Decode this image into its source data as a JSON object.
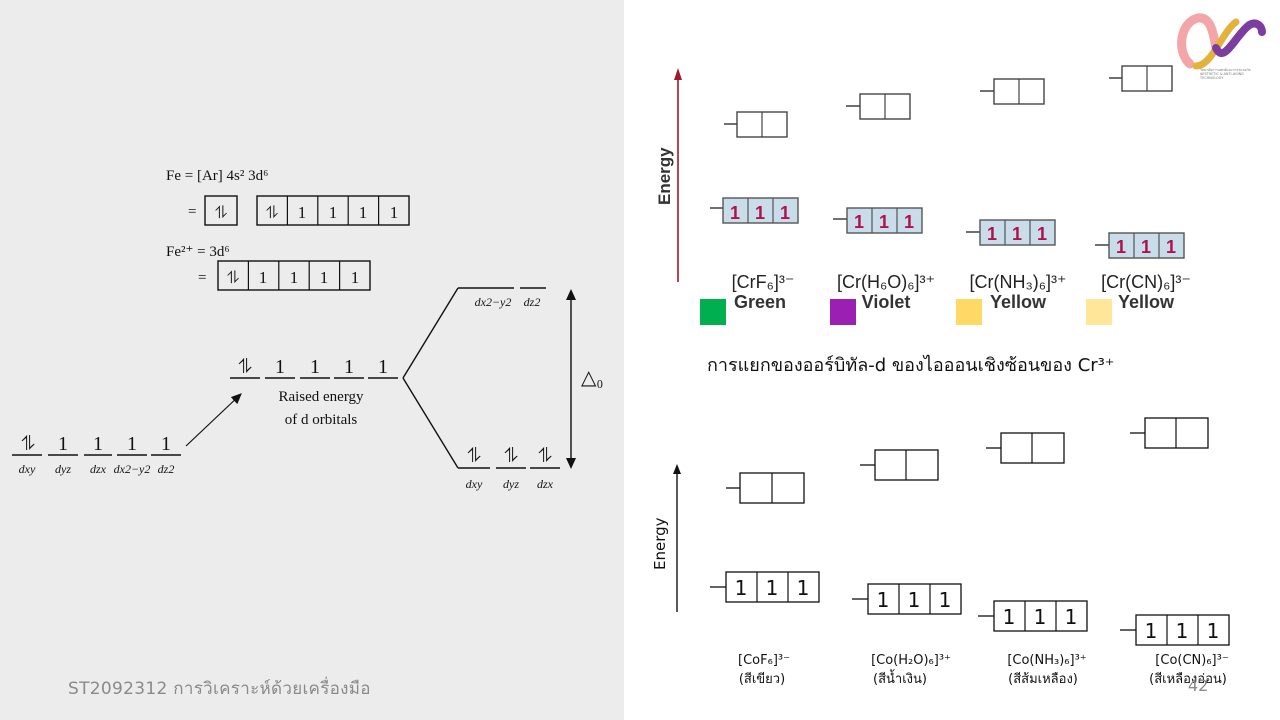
{
  "slide": {
    "footer": "ST2092312 การวิเคราะห์ด้วยเครื่องมือ",
    "page_number": "42"
  },
  "logo": {
    "line1": "วิทยาลัยการแพทย์และการชะลอวัย",
    "line2": "AESTHETIC & ANTI-AGING TECHNOLOGY",
    "colors": [
      "#f3a5a8",
      "#e3b23c",
      "#7b3ea0"
    ]
  },
  "iron_diagram": {
    "fe_config": "Fe = [Ar] 4s² 3d⁶",
    "fe_eq": "=",
    "fe2_config": "Fe²⁺ = 3d⁶",
    "fe2_eq": "=",
    "up_down_glyph": "⥮",
    "up_glyph": "1",
    "raised_label_1": "Raised energy",
    "raised_label_2": "of d orbitals",
    "delta_label": "△₀",
    "orbitals_initial": [
      "dxy",
      "dyz",
      "dzx",
      "dx2−y2",
      "dz2"
    ],
    "orbitals_upper": [
      "dx2−y2",
      "dz2"
    ],
    "orbitals_lower": [
      "dxy",
      "dyz",
      "dzx"
    ]
  },
  "chromium_diagram": {
    "axis_label": "Energy",
    "electron_glyph": "1",
    "complexes": [
      {
        "formula": "[CrF₆]³⁻",
        "color_name": "Green",
        "swatch": "#00b050"
      },
      {
        "formula": "[Cr(H₆O)₆]³⁺",
        "color_name": "Violet",
        "swatch": "#9b1fb2"
      },
      {
        "formula": "[Cr(NH₃)₆]³⁺",
        "color_name": "Yellow",
        "swatch": "#ffd966"
      },
      {
        "formula": "[Cr(CN)₆]³⁻",
        "color_name": "Yellow",
        "swatch": "#ffe699"
      }
    ],
    "caption": "การแยกของออร์บิทัล-d ของไอออนเชิงซ้อนของ Cr³⁺"
  },
  "cobalt_diagram": {
    "axis_label": "Energy",
    "electron_glyph": "1",
    "complexes": [
      {
        "formula": "[CoF₆]³⁻",
        "color_name": "(สีเขียว)"
      },
      {
        "formula": "[Co(H₂O)₆]³⁺",
        "color_name": "(สีน้ำเงิน)"
      },
      {
        "formula": "[Co(NH₃)₆]³⁺",
        "color_name": "(สีส้มเหลือง)"
      },
      {
        "formula": "[Co(CN)₆]³⁻",
        "color_name": "(สีเหลืองอ่อน)"
      }
    ]
  }
}
